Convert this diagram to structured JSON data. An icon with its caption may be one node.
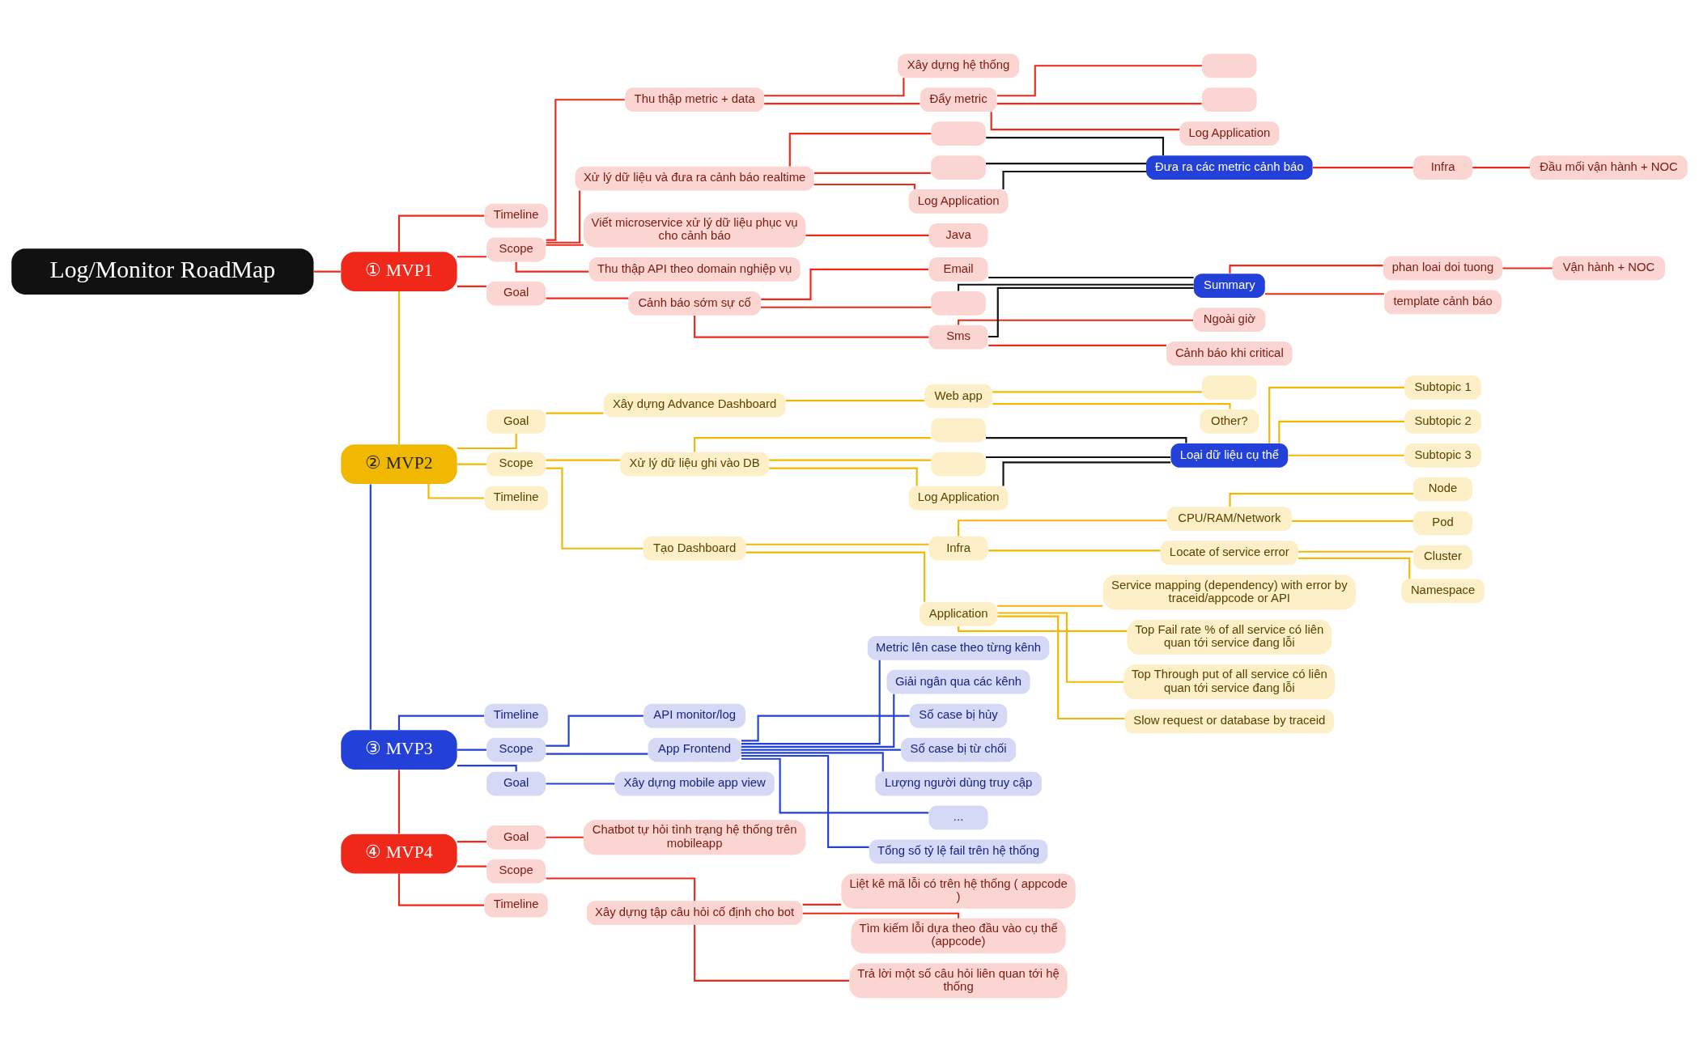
{
  "diagram": {
    "nodes": [
      {
        "text": [
          "Log/Monitor RoadMap"
        ]
      },
      {
        "text": [
          "① MVP1"
        ]
      },
      {
        "text": [
          "Timeline"
        ]
      },
      {
        "text": [
          "Scope"
        ]
      },
      {
        "text": [
          "Thu thập metric + data"
        ]
      },
      {
        "text": [
          "Xây dựng hệ thống"
        ]
      },
      {
        "text": [
          "Đẩy metric"
        ]
      },
      {
        "text": [],
        "shape": "box"
      },
      {
        "text": [],
        "shape": "box"
      },
      {
        "text": [
          "Log Application"
        ]
      },
      {
        "text": [
          "Xử lý dữ liệu và đưa ra cảnh báo realtime"
        ]
      },
      {
        "text": [],
        "shape": "box"
      },
      {
        "text": [],
        "shape": "box"
      },
      {
        "text": [
          "Log Application"
        ]
      },
      {
        "text": [
          "Đưa ra các metric cảnh báo"
        ]
      },
      {
        "text": [
          "Infra"
        ]
      },
      {
        "text": [
          "Đầu mối vận hành + NOC"
        ]
      },
      {
        "text": [
          "Viết microservice xử lý dữ liệu phục vụ cho cảnh báo"
        ]
      },
      {
        "text": [
          "Java"
        ]
      },
      {
        "text": [
          "Thu thập API theo domain nghiệp vụ"
        ]
      },
      {
        "text": [
          "Goal"
        ]
      },
      {
        "text": [
          "Cảnh báo sớm sự cố"
        ]
      },
      {
        "text": [
          "Email"
        ]
      },
      {
        "text": [],
        "shape": "box"
      },
      {
        "text": [
          "Sms"
        ]
      },
      {
        "text": [
          "Ngoài giờ"
        ]
      },
      {
        "text": [
          "Cảnh báo khi critical"
        ]
      },
      {
        "text": [
          "Summary"
        ]
      },
      {
        "text": [
          "phan loai doi tuong"
        ]
      },
      {
        "text": [
          "Vận hành + NOC"
        ]
      },
      {
        "text": [
          "template cảnh báo"
        ]
      },
      {
        "text": [
          "② MVP2"
        ]
      },
      {
        "text": [
          "Goal"
        ]
      },
      {
        "text": [
          "Xây dựng Advance Dashboard"
        ]
      },
      {
        "text": [
          "Web app"
        ]
      },
      {
        "text": [],
        "shape": "box"
      },
      {
        "text": [
          "Other?"
        ]
      },
      {
        "text": [
          "Scope"
        ]
      },
      {
        "text": [
          "Xử lý dữ liệu ghi vào DB"
        ]
      },
      {
        "text": [],
        "shape": "box"
      },
      {
        "text": [],
        "shape": "box"
      },
      {
        "text": [
          "Log Application"
        ]
      },
      {
        "text": [
          "Loại dữ liệu cụ thể"
        ]
      },
      {
        "text": [
          "Subtopic 1"
        ]
      },
      {
        "text": [
          "Subtopic 2"
        ]
      },
      {
        "text": [
          "Subtopic 3"
        ]
      },
      {
        "text": [
          "Tạo Dashboard"
        ]
      },
      {
        "text": [
          "Infra"
        ]
      },
      {
        "text": [
          "CPU/RAM/Network"
        ]
      },
      {
        "text": [
          "Node"
        ]
      },
      {
        "text": [
          "Pod"
        ]
      },
      {
        "text": [
          "Locate of service error"
        ]
      },
      {
        "text": [
          "Cluster"
        ]
      },
      {
        "text": [
          "Namespace"
        ]
      },
      {
        "text": [
          "Application"
        ]
      },
      {
        "text": [
          "Service mapping (dependency) with error by traceid/appcode or API"
        ]
      },
      {
        "text": [
          "Top Fail rate % of all service có liên quan tới service đang lỗi"
        ]
      },
      {
        "text": [
          "Top Through put of all service có liên quan tới service đang lỗi"
        ]
      },
      {
        "text": [
          "Slow request or database by traceid"
        ]
      },
      {
        "text": [
          "Timeline"
        ]
      },
      {
        "text": [
          "③ MVP3"
        ]
      },
      {
        "text": [
          "Timeline"
        ]
      },
      {
        "text": [
          "Scope"
        ]
      },
      {
        "text": [
          "API monitor/log"
        ]
      },
      {
        "text": [
          "App Frontend"
        ]
      },
      {
        "text": [
          "Metric lên case theo từng kênh"
        ]
      },
      {
        "text": [
          "Giải ngân qua các kênh"
        ]
      },
      {
        "text": [
          "Số case bị hủy"
        ]
      },
      {
        "text": [
          "Số case bị từ chối"
        ]
      },
      {
        "text": [
          "Lượng người dùng truy cập"
        ]
      },
      {
        "text": [
          "..."
        ]
      },
      {
        "text": [
          "Tổng số tỷ lệ fail trên hệ thống"
        ]
      },
      {
        "text": [
          "Goal"
        ]
      },
      {
        "text": [
          "Xây dựng mobile app view"
        ]
      },
      {
        "text": [
          "④ MVP4"
        ]
      },
      {
        "text": [
          "Goal"
        ]
      },
      {
        "text": [
          "Chatbot tự hỏi tình trạng hệ thống trên mobileapp"
        ]
      },
      {
        "text": [
          "Scope"
        ]
      },
      {
        "text": [
          "Xây dựng tập câu hỏi cố định cho bot"
        ]
      },
      {
        "text": [
          "Liệt kê mã lỗi có trên hệ thống ( appcode )"
        ]
      },
      {
        "text": [
          "Tìm kiếm lỗi dựa theo đầu vào cụ thể (appcode)"
        ]
      },
      {
        "text": [
          "Trả lời một số câu hỏi liên quan tới hệ thống"
        ]
      },
      {
        "text": [
          "Timeline"
        ]
      }
    ],
    "edges": [
      {
        "from": 0,
        "to": 1,
        "arrow": "none"
      },
      {
        "from": 1,
        "to": 31,
        "arrow": "none",
        "color": "#f0b800"
      },
      {
        "from": 31,
        "to": 60,
        "arrow": "none",
        "color": "#2340d8"
      },
      {
        "from": 60,
        "to": 74,
        "arrow": "none"
      },
      {
        "from": 1,
        "to": 2,
        "arrow": "none"
      },
      {
        "from": 1,
        "to": 3,
        "arrow": "none"
      },
      {
        "from": 3,
        "to": 4,
        "arrow": "none"
      },
      {
        "from": 4,
        "to": 5,
        "arrow": "none"
      },
      {
        "from": 4,
        "to": 6,
        "arrow": "none"
      },
      {
        "from": 6,
        "to": 7,
        "arrow": "none"
      },
      {
        "from": 6,
        "to": 8,
        "arrow": "none"
      },
      {
        "from": 6,
        "to": 9,
        "arrow": "none"
      },
      {
        "from": 3,
        "to": 10,
        "arrow": "none"
      },
      {
        "from": 10,
        "to": 11,
        "arrow": "none"
      },
      {
        "from": 10,
        "to": 12,
        "arrow": "none"
      },
      {
        "from": 10,
        "to": 13,
        "arrow": "none"
      },
      {
        "from": 11,
        "to": 14,
        "arrow": "none",
        "color": "#111111"
      },
      {
        "from": 12,
        "to": 14,
        "arrow": "none",
        "color": "#111111"
      },
      {
        "from": 13,
        "to": 14,
        "arrow": "none",
        "color": "#111111"
      },
      {
        "from": 14,
        "to": 15,
        "arrow": "none"
      },
      {
        "from": 15,
        "to": 16,
        "arrow": "none"
      },
      {
        "from": 3,
        "to": 17,
        "arrow": "none"
      },
      {
        "from": 17,
        "to": 18,
        "arrow": "none"
      },
      {
        "from": 3,
        "to": 19,
        "arrow": "none"
      },
      {
        "from": 1,
        "to": 20,
        "arrow": "none"
      },
      {
        "from": 20,
        "to": 21,
        "arrow": "none"
      },
      {
        "from": 21,
        "to": 22,
        "arrow": "none"
      },
      {
        "from": 21,
        "to": 23,
        "arrow": "none"
      },
      {
        "from": 21,
        "to": 24,
        "arrow": "none"
      },
      {
        "from": 24,
        "to": 25,
        "arrow": "none"
      },
      {
        "from": 24,
        "to": 26,
        "arrow": "none"
      },
      {
        "from": 22,
        "to": 27,
        "arrow": "none",
        "color": "#111111"
      },
      {
        "from": 23,
        "to": 27,
        "arrow": "none",
        "color": "#111111"
      },
      {
        "from": 24,
        "to": 27,
        "arrow": "none",
        "color": "#111111"
      },
      {
        "from": 27,
        "to": 28,
        "arrow": "none"
      },
      {
        "from": 28,
        "to": 29,
        "arrow": "none"
      },
      {
        "from": 27,
        "to": 30,
        "arrow": "none"
      },
      {
        "from": 31,
        "to": 32,
        "arrow": "none",
        "color": "#f0b800"
      },
      {
        "from": 32,
        "to": 33,
        "arrow": "none",
        "color": "#f0b800"
      },
      {
        "from": 33,
        "to": 34,
        "arrow": "none",
        "color": "#f0b800"
      },
      {
        "from": 34,
        "to": 35,
        "arrow": "none",
        "color": "#f0b800"
      },
      {
        "from": 34,
        "to": 36,
        "arrow": "none",
        "color": "#f0b800"
      },
      {
        "from": 31,
        "to": 37,
        "arrow": "none",
        "color": "#f0b800"
      },
      {
        "from": 37,
        "to": 38,
        "arrow": "none",
        "color": "#f0b800"
      },
      {
        "from": 38,
        "to": 39,
        "arrow": "none",
        "color": "#f0b800"
      },
      {
        "from": 38,
        "to": 40,
        "arrow": "none",
        "color": "#f0b800"
      },
      {
        "from": 38,
        "to": 41,
        "arrow": "none",
        "color": "#f0b800"
      },
      {
        "from": 39,
        "to": 42,
        "arrow": "none",
        "color": "#111111"
      },
      {
        "from": 40,
        "to": 42,
        "arrow": "none",
        "color": "#111111"
      },
      {
        "from": 41,
        "to": 42,
        "arrow": "none",
        "color": "#111111"
      },
      {
        "from": 42,
        "to": 43,
        "arrow": "none",
        "color": "#f0b800"
      },
      {
        "from": 42,
        "to": 44,
        "arrow": "none",
        "color": "#f0b800"
      },
      {
        "from": 42,
        "to": 45,
        "arrow": "none",
        "color": "#f0b800"
      },
      {
        "from": 37,
        "to": 46,
        "arrow": "none",
        "color": "#f0b800"
      },
      {
        "from": 46,
        "to": 47,
        "arrow": "none",
        "color": "#f0b800"
      },
      {
        "from": 47,
        "to": 48,
        "arrow": "none",
        "color": "#f0b800"
      },
      {
        "from": 48,
        "to": 49,
        "arrow": "none",
        "color": "#f0b800"
      },
      {
        "from": 48,
        "to": 50,
        "arrow": "none",
        "color": "#f0b800"
      },
      {
        "from": 47,
        "to": 51,
        "arrow": "none",
        "color": "#f0b800"
      },
      {
        "from": 51,
        "to": 52,
        "arrow": "none",
        "color": "#f0b800"
      },
      {
        "from": 51,
        "to": 53,
        "arrow": "none",
        "color": "#f0b800"
      },
      {
        "from": 46,
        "to": 54,
        "arrow": "none",
        "color": "#f0b800"
      },
      {
        "from": 54,
        "to": 55,
        "arrow": "none",
        "color": "#f0b800"
      },
      {
        "from": 54,
        "to": 56,
        "arrow": "none",
        "color": "#f0b800"
      },
      {
        "from": 54,
        "to": 57,
        "arrow": "none",
        "color": "#f0b800"
      },
      {
        "from": 54,
        "to": 58,
        "arrow": "none",
        "color": "#f0b800"
      },
      {
        "from": 31,
        "to": 59,
        "arrow": "none",
        "color": "#f0b800"
      },
      {
        "from": 60,
        "to": 61,
        "arrow": "none",
        "color": "#2340d8"
      },
      {
        "from": 60,
        "to": 62,
        "arrow": "none",
        "color": "#2340d8"
      },
      {
        "from": 62,
        "to": 63,
        "arrow": "none",
        "color": "#2340d8"
      },
      {
        "from": 62,
        "to": 64,
        "arrow": "none",
        "color": "#2340d8"
      },
      {
        "from": 64,
        "to": 65,
        "arrow": "none",
        "color": "#2340d8"
      },
      {
        "from": 64,
        "to": 66,
        "arrow": "none",
        "color": "#2340d8"
      },
      {
        "from": 64,
        "to": 67,
        "arrow": "none",
        "color": "#2340d8"
      },
      {
        "from": 64,
        "to": 68,
        "arrow": "none",
        "color": "#2340d8"
      },
      {
        "from": 64,
        "to": 69,
        "arrow": "none",
        "color": "#2340d8"
      },
      {
        "from": 64,
        "to": 70,
        "arrow": "none",
        "color": "#2340d8"
      },
      {
        "from": 64,
        "to": 71,
        "arrow": "none",
        "color": "#2340d8"
      },
      {
        "from": 60,
        "to": 72,
        "arrow": "none",
        "color": "#2340d8"
      },
      {
        "from": 72,
        "to": 73,
        "arrow": "none",
        "color": "#2340d8"
      },
      {
        "from": 74,
        "to": 75,
        "arrow": "none"
      },
      {
        "from": 75,
        "to": 76,
        "arrow": "none"
      },
      {
        "from": 74,
        "to": 77,
        "arrow": "none"
      },
      {
        "from": 77,
        "to": 78,
        "arrow": "none"
      },
      {
        "from": 78,
        "to": 79,
        "arrow": "none"
      },
      {
        "from": 78,
        "to": 80,
        "arrow": "none"
      },
      {
        "from": 78,
        "to": 81,
        "arrow": "none"
      },
      {
        "from": 74,
        "to": 82,
        "arrow": "none"
      }
    ]
  }
}
